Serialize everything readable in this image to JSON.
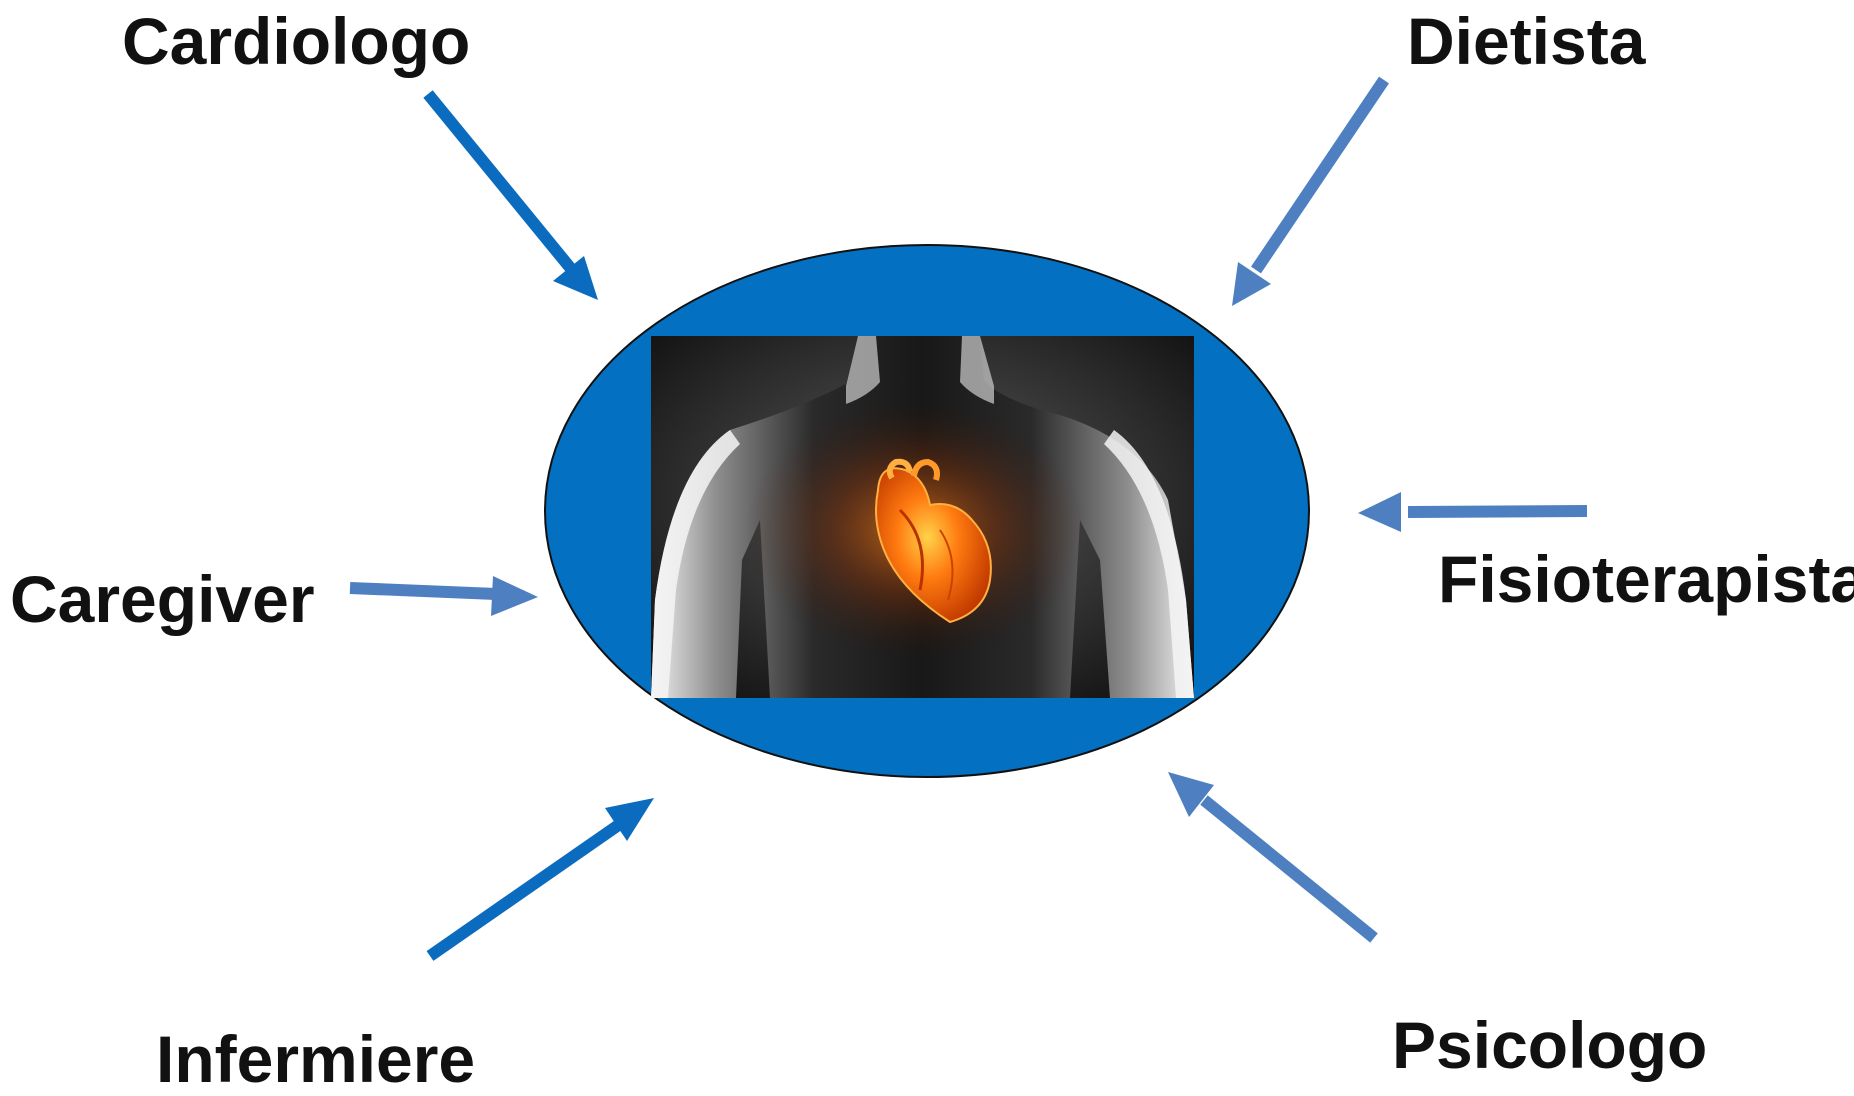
{
  "colors": {
    "ellipse_fill": "#0470C1",
    "arrow_dark": "#0B6BBE",
    "arrow_light": "#4E80C1",
    "text": "#111111",
    "heart": "#FF7A10"
  },
  "center": {
    "image_icon": "chest-heart-xray-image"
  },
  "labels": {
    "cardiologo": "Cardiologo",
    "dietista": "Dietista",
    "caregiver": "Caregiver",
    "fisioterapista": "Fisioterapista",
    "infermiere": "Infermiere",
    "psicologo": "Psicologo"
  }
}
